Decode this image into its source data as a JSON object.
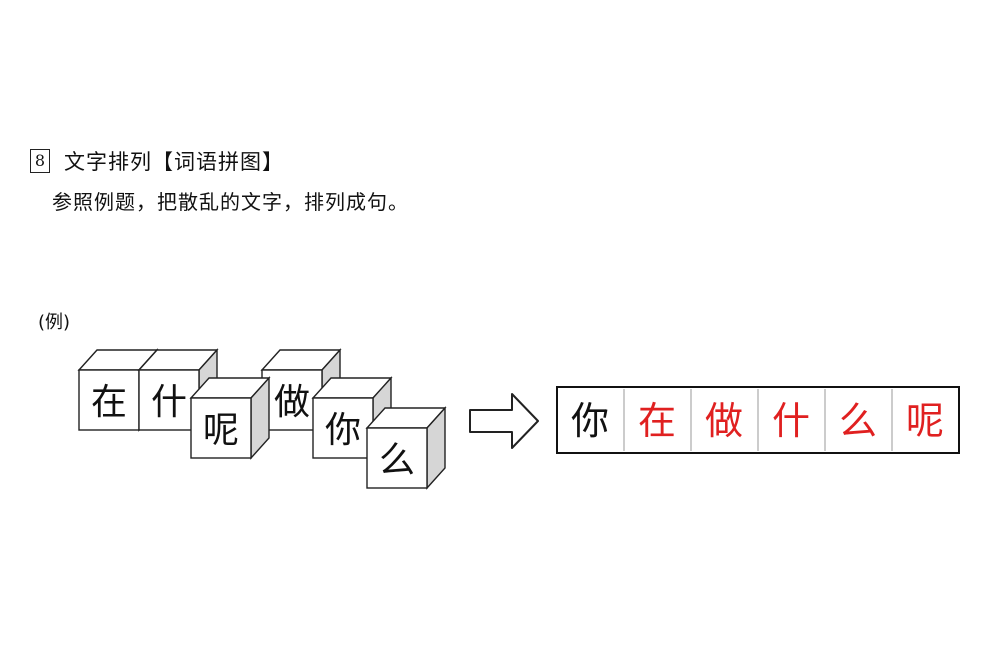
{
  "question": {
    "number": "8",
    "title": "文字排列【词语拼图】",
    "instruction": "参照例题，把散乱的文字，排列成句。"
  },
  "example": {
    "label": "(例)",
    "cubes": [
      "在",
      "什",
      "呢",
      "做",
      "你",
      "么"
    ],
    "answer": [
      {
        "char": "你",
        "color": "#111111"
      },
      {
        "char": "在",
        "color": "#e02020"
      },
      {
        "char": "做",
        "color": "#e02020"
      },
      {
        "char": "什",
        "color": "#e02020"
      },
      {
        "char": "么",
        "color": "#e02020"
      },
      {
        "char": "呢",
        "color": "#e02020"
      }
    ]
  },
  "icons": {
    "arrow": "right-arrow-icon"
  }
}
